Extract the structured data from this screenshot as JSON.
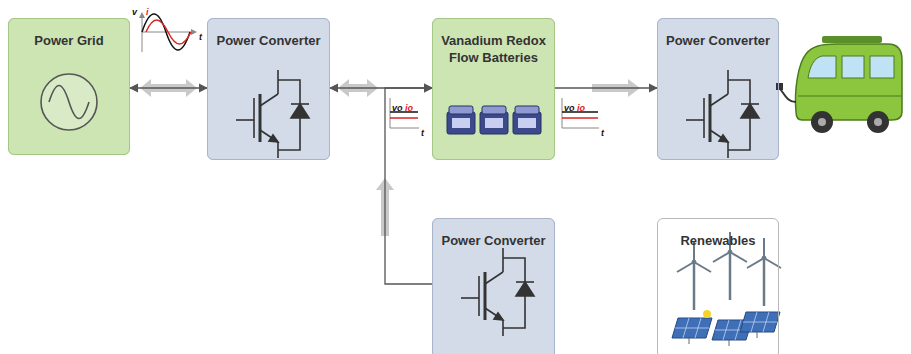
{
  "diagram": {
    "nodes": [
      {
        "text": [
          "Power Grid"
        ]
      },
      {
        "text": [
          "Power Converter"
        ]
      },
      {
        "text": [
          "Vanadium Redox Flow Batteries"
        ]
      },
      {
        "text": [
          "Power Converter"
        ]
      },
      {
        "text": [
          "Power Converter"
        ]
      },
      {
        "text": [
          "Renewables"
        ]
      }
    ],
    "edges": [
      {
        "from": 0,
        "to": 1,
        "arrow": "both"
      },
      {
        "from": 1,
        "to": 2,
        "arrow": "both"
      },
      {
        "from": 2,
        "to": 3,
        "arrow": "to"
      },
      {
        "from": 4,
        "to": 2,
        "arrow": "to"
      }
    ],
    "labels": [
      "v",
      "i",
      "t",
      "vo",
      "io",
      "t",
      "vo",
      "io",
      "t"
    ]
  }
}
